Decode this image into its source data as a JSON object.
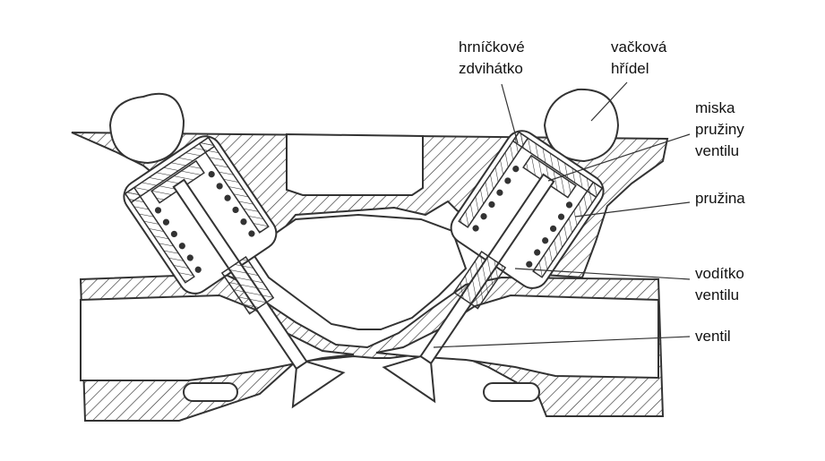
{
  "labels": {
    "tappet_line1": "hrníčkové",
    "tappet_line2": "zdvihátko",
    "camshaft_line1": "vačková",
    "camshaft_line2": "hřídel",
    "retainer_line1": "miska",
    "retainer_line2": "pružiny",
    "retainer_line3": "ventilu",
    "spring": "pružina",
    "guide_line1": "vodítko",
    "guide_line2": "ventilu",
    "valve": "ventil"
  },
  "colors": {
    "ink": "#333333",
    "paper": "#ffffff"
  }
}
